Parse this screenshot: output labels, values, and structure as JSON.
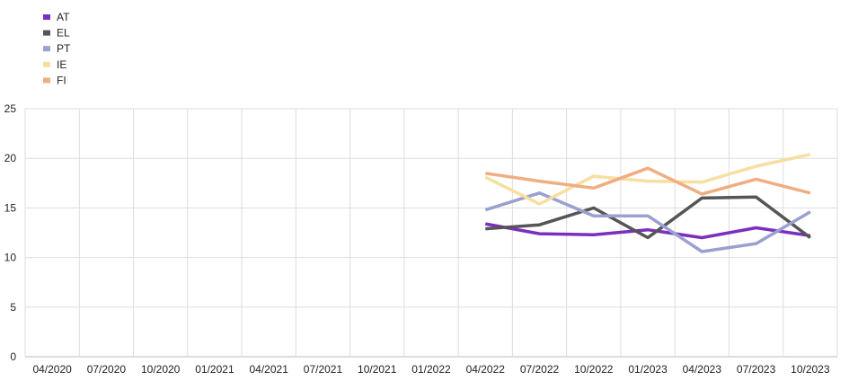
{
  "chart_data": {
    "type": "line",
    "title": "",
    "xlabel": "",
    "ylabel": "",
    "categories": [
      "04/2020",
      "07/2020",
      "10/2020",
      "01/2021",
      "04/2021",
      "07/2021",
      "10/2021",
      "01/2022",
      "04/2022",
      "07/2022",
      "10/2022",
      "01/2023",
      "04/2023",
      "07/2023",
      "10/2023"
    ],
    "ylim": [
      0,
      25
    ],
    "yticks": [
      0,
      5,
      10,
      15,
      20,
      25
    ],
    "grid": true,
    "legend_position": "top-left",
    "series": [
      {
        "name": "AT",
        "color": "#7B2FBE",
        "values": [
          null,
          null,
          null,
          null,
          null,
          null,
          null,
          null,
          13.4,
          12.4,
          12.3,
          12.8,
          12.0,
          13.0,
          12.2
        ]
      },
      {
        "name": "EL",
        "color": "#555555",
        "values": [
          null,
          null,
          null,
          null,
          null,
          null,
          null,
          null,
          12.9,
          13.3,
          15.0,
          12.0,
          16.0,
          16.1,
          12.0
        ]
      },
      {
        "name": "PT",
        "color": "#9AA0D0",
        "values": [
          null,
          null,
          null,
          null,
          null,
          null,
          null,
          null,
          14.8,
          16.5,
          14.2,
          14.2,
          10.6,
          11.4,
          14.6
        ]
      },
      {
        "name": "IE",
        "color": "#F8DEA0",
        "values": [
          null,
          null,
          null,
          null,
          null,
          null,
          null,
          null,
          18.1,
          15.4,
          18.2,
          17.7,
          17.6,
          19.2,
          20.4
        ]
      },
      {
        "name": "FI",
        "color": "#F0AD80",
        "values": [
          null,
          null,
          null,
          null,
          null,
          null,
          null,
          null,
          18.5,
          17.7,
          17.0,
          19.0,
          16.4,
          17.9,
          16.5
        ]
      }
    ]
  }
}
